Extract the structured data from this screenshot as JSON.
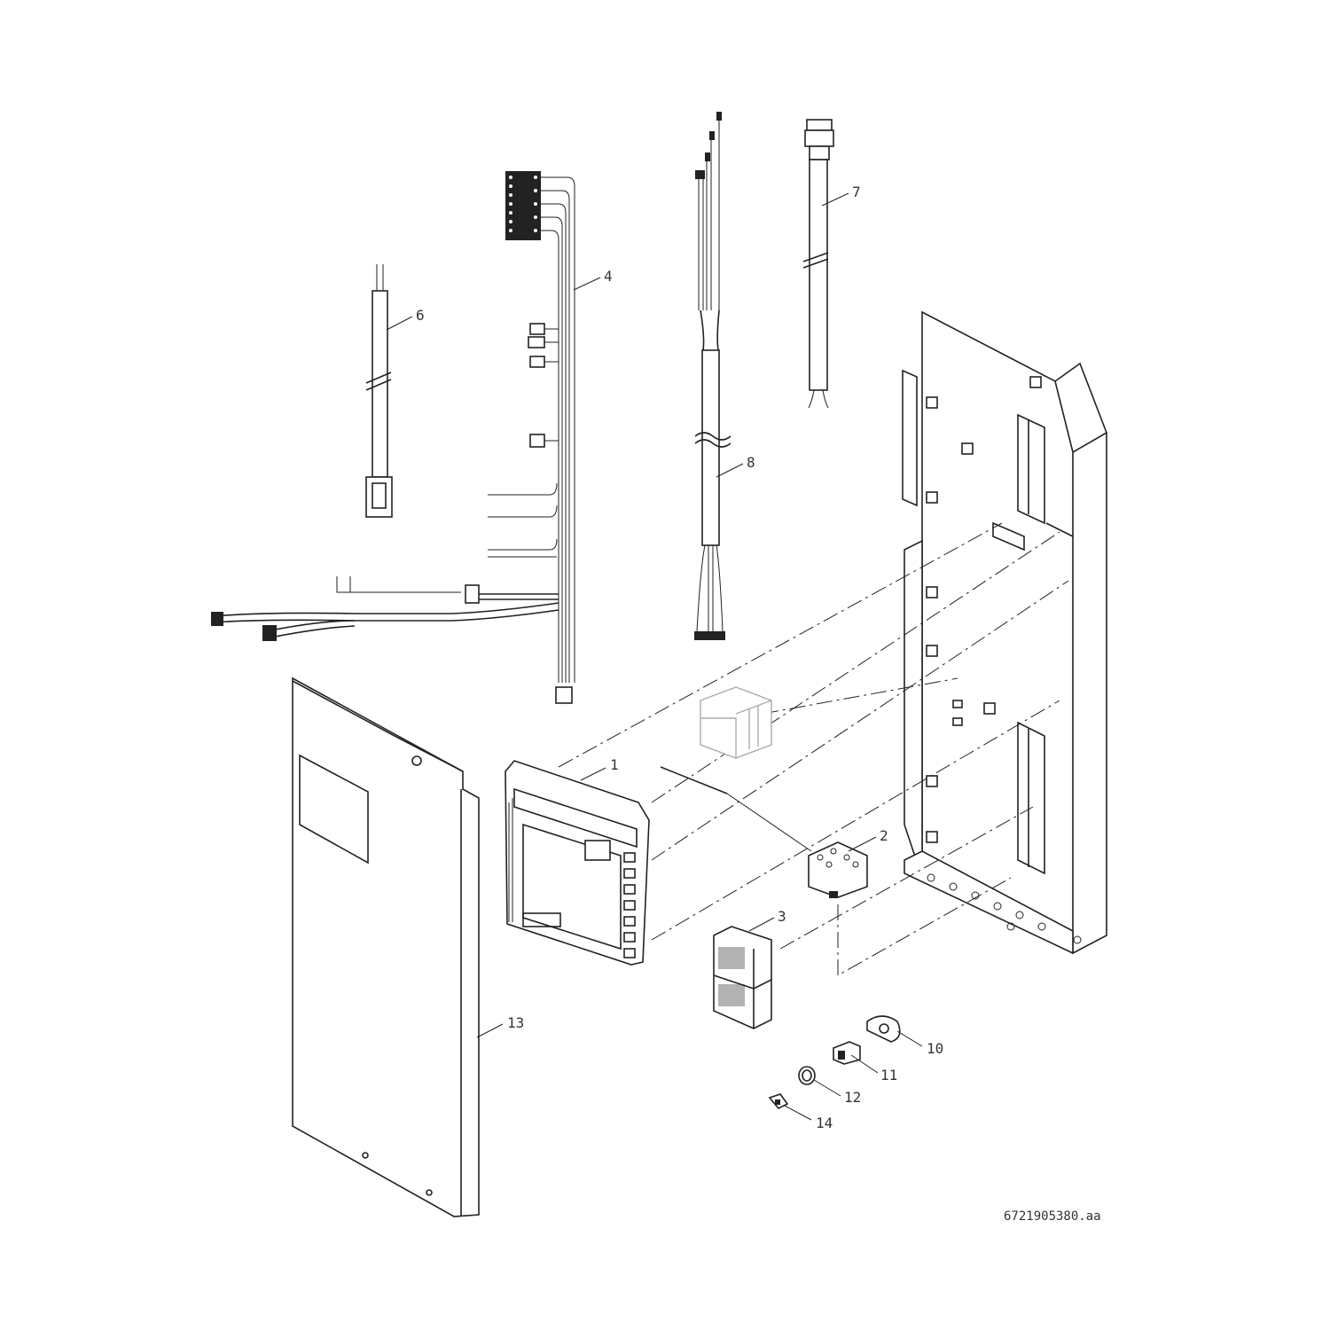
{
  "diagram": {
    "type": "exploded-parts-view",
    "callouts": [
      {
        "id": "1",
        "label": "1"
      },
      {
        "id": "2",
        "label": "2"
      },
      {
        "id": "3",
        "label": "3"
      },
      {
        "id": "4",
        "label": "4"
      },
      {
        "id": "6",
        "label": "6"
      },
      {
        "id": "7",
        "label": "7"
      },
      {
        "id": "8",
        "label": "8"
      },
      {
        "id": "10",
        "label": "10"
      },
      {
        "id": "11",
        "label": "11"
      },
      {
        "id": "12",
        "label": "12"
      },
      {
        "id": "13",
        "label": "13"
      },
      {
        "id": "14",
        "label": "14"
      }
    ],
    "drawing_number": "6721905380.aa"
  }
}
